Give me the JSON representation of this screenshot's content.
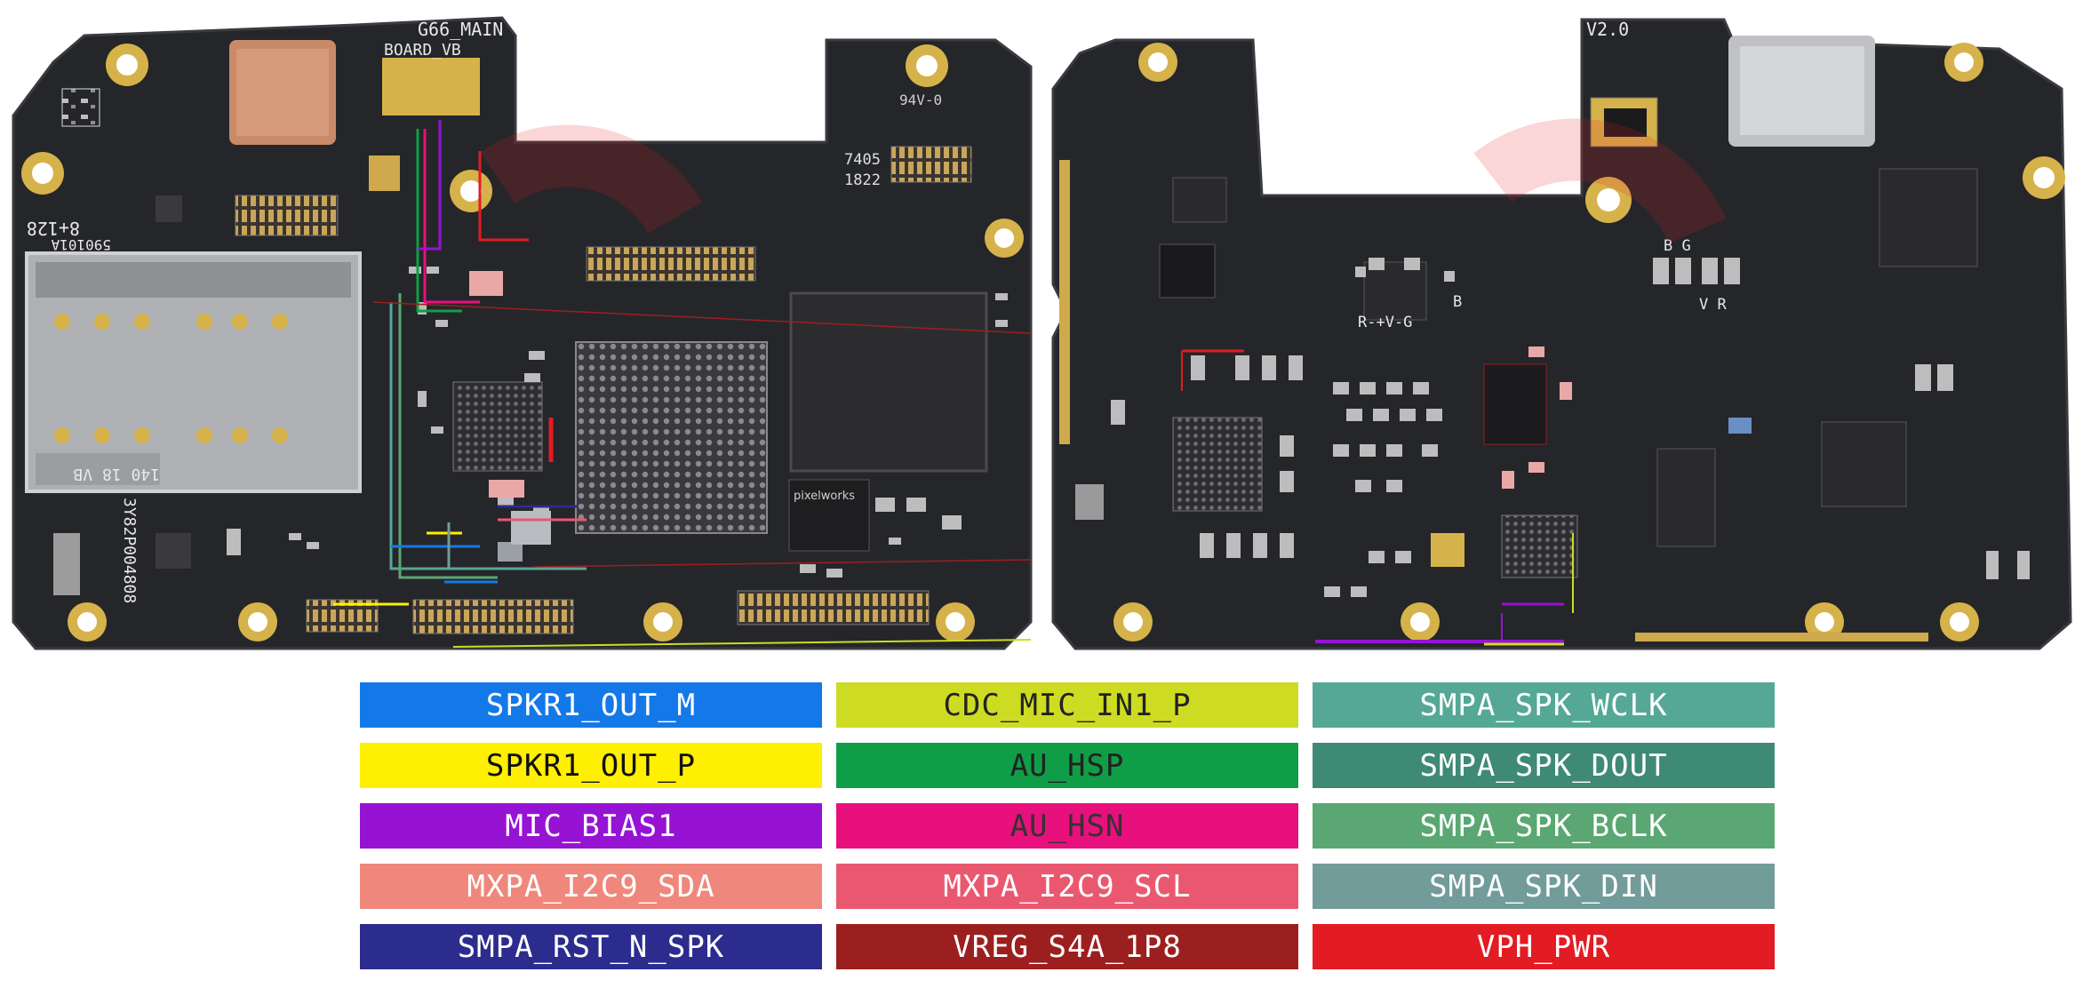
{
  "board": {
    "label_left_top": "G66_MAIN",
    "label_left_sub": "BOARD_VB",
    "label_right_version": "V2.0",
    "silk_ram": "8+128",
    "silk_code": "590101A",
    "silk_bottom": "140 18 VB",
    "silk_side": "3Y82P004808",
    "silk_fr4": "94V-0",
    "silk_date1": "7405",
    "silk_date2": "1822",
    "silk_chip": "pixelworks",
    "silk_rgb_left": "R-+V-G",
    "silk_b_right": "B",
    "silk_bg": "B  G",
    "silk_vr": "V  R"
  },
  "legend": [
    {
      "label": "SPKR1_OUT_M",
      "bg": "#1479e8",
      "fg": "#ffffff"
    },
    {
      "label": "CDC_MIC_IN1_P",
      "bg": "#cddc22",
      "fg": "#222222"
    },
    {
      "label": "SMPA_SPK_WCLK",
      "bg": "#55a896",
      "fg": "#ffffff"
    },
    {
      "label": "SPKR1_OUT_P",
      "bg": "#ffef00",
      "fg": "#111111"
    },
    {
      "label": "AU_HSP",
      "bg": "#0f9e47",
      "fg": "#222222"
    },
    {
      "label": "SMPA_SPK_DOUT",
      "bg": "#3f8a74",
      "fg": "#ffffff"
    },
    {
      "label": "MIC_BIAS1",
      "bg": "#9613d4",
      "fg": "#ffffff"
    },
    {
      "label": "AU_HSN",
      "bg": "#e8107c",
      "fg": "#333333"
    },
    {
      "label": "SMPA_SPK_BCLK",
      "bg": "#5aa773",
      "fg": "#ffffff"
    },
    {
      "label": "MXPA_I2C9_SDA",
      "bg": "#f0877c",
      "fg": "#ffffff"
    },
    {
      "label": "MXPA_I2C9_SCL",
      "bg": "#ea5870",
      "fg": "#ffffff"
    },
    {
      "label": "SMPA_SPK_DIN",
      "bg": "#729c99",
      "fg": "#ffffff"
    },
    {
      "label": "SMPA_RST_N_SPK",
      "bg": "#2c2b8e",
      "fg": "#ffffff"
    },
    {
      "label": "VREG_S4A_1P8",
      "bg": "#9c1f1f",
      "fg": "#ffffff"
    },
    {
      "label": "VPH_PWR",
      "bg": "#e31b23",
      "fg": "#ffffff"
    }
  ],
  "colors": {
    "pcb": "#25262a",
    "pcb_edge": "#2e2f33",
    "gold": "#d6b24a",
    "copper": "#c88060",
    "silk": "#e8e8e8"
  }
}
